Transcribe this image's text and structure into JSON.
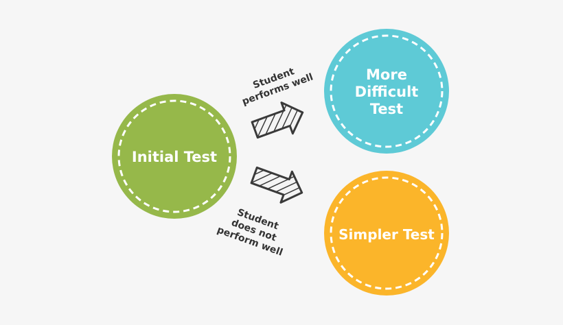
{
  "diagram": {
    "nodes": {
      "initial": {
        "lines": [
          "Initial Test"
        ],
        "color": "#96b84a"
      },
      "harder": {
        "lines": [
          "More",
          "Difficult",
          "Test"
        ],
        "color": "#5ecad6"
      },
      "simpler": {
        "lines": [
          "Simpler Test"
        ],
        "color": "#fbb52a"
      }
    },
    "edges": {
      "up": {
        "lines": [
          "Student",
          "performs well"
        ]
      },
      "down": {
        "lines": [
          "Student",
          "does not",
          "perform well"
        ]
      }
    },
    "arrow_color": "#3a3a3a",
    "dash_color": "#ffffff"
  }
}
